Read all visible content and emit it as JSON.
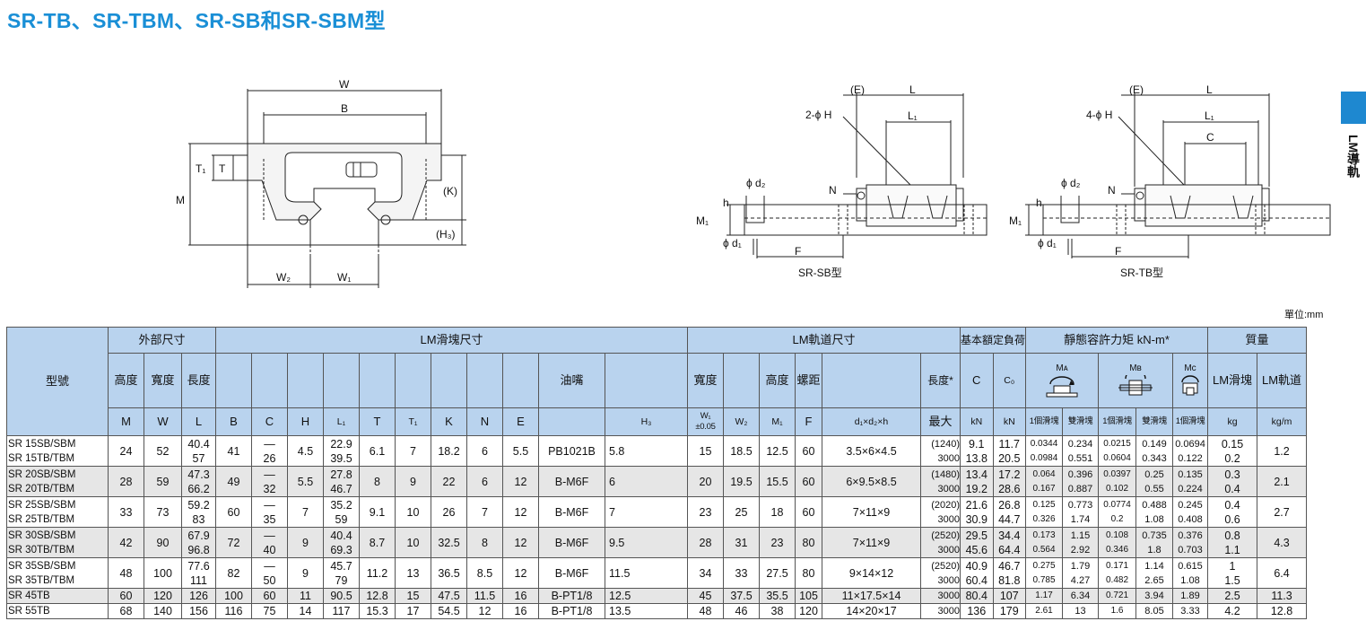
{
  "page": {
    "title": "SR-TB、SR-TBM、SR-SB和SR-SBM型",
    "side_label": "LM導軌",
    "unit_note": "單位:mm"
  },
  "colors": {
    "title": "#1a8fd6",
    "header_bg": "#b9d3ee",
    "alt_row": "#e6e6e6",
    "side_tab": "#1e88d0"
  },
  "diagrams": {
    "front": {
      "W": "W",
      "B": "B",
      "T1": "T₁",
      "T": "T",
      "M": "M",
      "K": "(K)",
      "H3": "(H₃)",
      "W2": "W₂",
      "W1": "W₁"
    },
    "sb": {
      "E": "(E)",
      "L": "L",
      "L1": "L₁",
      "H": "2-ϕ H",
      "d2": "ϕ d₂",
      "h": "h",
      "N": "N",
      "M1": "M₁",
      "d1": "ϕ d₁",
      "F": "F",
      "caption": "SR-SB型"
    },
    "tb": {
      "E": "(E)",
      "L": "L",
      "L1": "L₁",
      "C": "C",
      "H": "4-ϕ H",
      "d2": "ϕ d₂",
      "h": "h",
      "N": "N",
      "M1": "M₁",
      "d1": "ϕ d₁",
      "F": "F",
      "caption": "SR-TB型"
    }
  },
  "table": {
    "groups": {
      "model": "型號",
      "outer": "外部尺寸",
      "block": "LM滑塊尺寸",
      "rail": "LM軌道尺寸",
      "load": "基本額定負荷",
      "moment": "靜態容許力矩 kN-m*",
      "mass": "質量"
    },
    "h2": {
      "height": "高度",
      "width": "寬度",
      "length": "長度",
      "nipple": "油嘴",
      "rail_width": "寬度",
      "rail_height": "高度",
      "pitch": "螺距",
      "rail_length": "長度*",
      "C": "C",
      "C0": "C₀",
      "MA": "Mᴀ",
      "MB": "Mʙ",
      "MC": "Mᴄ",
      "block_mass": "LM滑塊",
      "rail_mass": "LM軌道"
    },
    "h3": {
      "M": "M",
      "W": "W",
      "L": "L",
      "B": "B",
      "C": "C",
      "H": "H",
      "L1": "L₁",
      "T": "T",
      "T1": "T₁",
      "K": "K",
      "N": "N",
      "E": "E",
      "H3": "H₃",
      "W1": "W₁",
      "W1tol": "±0.05",
      "W2": "W₂",
      "M1": "M₁",
      "F": "F",
      "bolt": "d₁×d₂×h",
      "max": "最大",
      "kN1": "kN",
      "kN2": "kN",
      "one1": "1個滑塊",
      "two1": "雙滑塊",
      "one2": "1個滑塊",
      "two2": "雙滑塊",
      "one3": "1個滑塊",
      "kg": "kg",
      "kgm": "kg/m"
    },
    "rows": [
      {
        "model": [
          "SR 15SB/SBM",
          "SR 15TB/TBM"
        ],
        "M": "24",
        "W": "52",
        "L": [
          "40.4",
          "57"
        ],
        "B": "41",
        "C": [
          "—",
          "26"
        ],
        "H": "4.5",
        "L1": [
          "22.9",
          "39.5"
        ],
        "T": "6.1",
        "T1": "7",
        "K": "18.2",
        "N": "6",
        "E": "5.5",
        "nipple": "PB1021B",
        "H3": "5.8",
        "W1": "15",
        "W2": "18.5",
        "M1": "12.5",
        "F": "60",
        "bolt": "3.5×6×4.5",
        "len": [
          "(1240)",
          "3000"
        ],
        "Cd": [
          "9.1",
          "13.8"
        ],
        "C0": [
          "11.7",
          "20.5"
        ],
        "MA1": [
          "0.0344",
          "0.0984"
        ],
        "MA2": [
          "0.234",
          "0.551"
        ],
        "MB1": [
          "0.0215",
          "0.0604"
        ],
        "MB2": [
          "0.149",
          "0.343"
        ],
        "MC": [
          "0.0694",
          "0.122"
        ],
        "mb": [
          "0.15",
          "0.2"
        ],
        "mr": "1.2"
      },
      {
        "model": [
          "SR 20SB/SBM",
          "SR 20TB/TBM"
        ],
        "M": "28",
        "W": "59",
        "L": [
          "47.3",
          "66.2"
        ],
        "B": "49",
        "C": [
          "—",
          "32"
        ],
        "H": "5.5",
        "L1": [
          "27.8",
          "46.7"
        ],
        "T": "8",
        "T1": "9",
        "K": "22",
        "N": "6",
        "E": "12",
        "nipple": "B-M6F",
        "H3": "6",
        "W1": "20",
        "W2": "19.5",
        "M1": "15.5",
        "F": "60",
        "bolt": "6×9.5×8.5",
        "len": [
          "(1480)",
          "3000"
        ],
        "Cd": [
          "13.4",
          "19.2"
        ],
        "C0": [
          "17.2",
          "28.6"
        ],
        "MA1": [
          "0.064",
          "0.167"
        ],
        "MA2": [
          "0.396",
          "0.887"
        ],
        "MB1": [
          "0.0397",
          "0.102"
        ],
        "MB2": [
          "0.25",
          "0.55"
        ],
        "MC": [
          "0.135",
          "0.224"
        ],
        "mb": [
          "0.3",
          "0.4"
        ],
        "mr": "2.1"
      },
      {
        "model": [
          "SR 25SB/SBM",
          "SR 25TB/TBM"
        ],
        "M": "33",
        "W": "73",
        "L": [
          "59.2",
          "83"
        ],
        "B": "60",
        "C": [
          "—",
          "35"
        ],
        "H": "7",
        "L1": [
          "35.2",
          "59"
        ],
        "T": "9.1",
        "T1": "10",
        "K": "26",
        "N": "7",
        "E": "12",
        "nipple": "B-M6F",
        "H3": "7",
        "W1": "23",
        "W2": "25",
        "M1": "18",
        "F": "60",
        "bolt": "7×11×9",
        "len": [
          "(2020)",
          "3000"
        ],
        "Cd": [
          "21.6",
          "30.9"
        ],
        "C0": [
          "26.8",
          "44.7"
        ],
        "MA1": [
          "0.125",
          "0.326"
        ],
        "MA2": [
          "0.773",
          "1.74"
        ],
        "MB1": [
          "0.0774",
          "0.2"
        ],
        "MB2": [
          "0.488",
          "1.08"
        ],
        "MC": [
          "0.245",
          "0.408"
        ],
        "mb": [
          "0.4",
          "0.6"
        ],
        "mr": "2.7"
      },
      {
        "model": [
          "SR 30SB/SBM",
          "SR 30TB/TBM"
        ],
        "M": "42",
        "W": "90",
        "L": [
          "67.9",
          "96.8"
        ],
        "B": "72",
        "C": [
          "—",
          "40"
        ],
        "H": "9",
        "L1": [
          "40.4",
          "69.3"
        ],
        "T": "8.7",
        "T1": "10",
        "K": "32.5",
        "N": "8",
        "E": "12",
        "nipple": "B-M6F",
        "H3": "9.5",
        "W1": "28",
        "W2": "31",
        "M1": "23",
        "F": "80",
        "bolt": "7×11×9",
        "len": [
          "(2520)",
          "3000"
        ],
        "Cd": [
          "29.5",
          "45.6"
        ],
        "C0": [
          "34.4",
          "64.4"
        ],
        "MA1": [
          "0.173",
          "0.564"
        ],
        "MA2": [
          "1.15",
          "2.92"
        ],
        "MB1": [
          "0.108",
          "0.346"
        ],
        "MB2": [
          "0.735",
          "1.8"
        ],
        "MC": [
          "0.376",
          "0.703"
        ],
        "mb": [
          "0.8",
          "1.1"
        ],
        "mr": "4.3"
      },
      {
        "model": [
          "SR 35SB/SBM",
          "SR 35TB/TBM"
        ],
        "M": "48",
        "W": "100",
        "L": [
          "77.6",
          "111"
        ],
        "B": "82",
        "C": [
          "—",
          "50"
        ],
        "H": "9",
        "L1": [
          "45.7",
          "79"
        ],
        "T": "11.2",
        "T1": "13",
        "K": "36.5",
        "N": "8.5",
        "E": "12",
        "nipple": "B-M6F",
        "H3": "11.5",
        "W1": "34",
        "W2": "33",
        "M1": "27.5",
        "F": "80",
        "bolt": "9×14×12",
        "len": [
          "(2520)",
          "3000"
        ],
        "Cd": [
          "40.9",
          "60.4"
        ],
        "C0": [
          "46.7",
          "81.8"
        ],
        "MA1": [
          "0.275",
          "0.785"
        ],
        "MA2": [
          "1.79",
          "4.27"
        ],
        "MB1": [
          "0.171",
          "0.482"
        ],
        "MB2": [
          "1.14",
          "2.65"
        ],
        "MC": [
          "0.615",
          "1.08"
        ],
        "mb": [
          "1",
          "1.5"
        ],
        "mr": "6.4"
      },
      {
        "model": "SR 45TB",
        "M": "60",
        "W": "120",
        "L": "126",
        "B": "100",
        "C": "60",
        "H": "11",
        "L1": "90.5",
        "T": "12.8",
        "T1": "15",
        "K": "47.5",
        "N": "11.5",
        "E": "16",
        "nipple": "B-PT1/8",
        "H3": "12.5",
        "W1": "45",
        "W2": "37.5",
        "M1": "35.5",
        "F": "105",
        "bolt": "11×17.5×14",
        "len": "3000",
        "Cd": "80.4",
        "C0": "107",
        "MA1": "1.17",
        "MA2": "6.34",
        "MB1": "0.721",
        "MB2": "3.94",
        "MC": "1.89",
        "mb": "2.5",
        "mr": "11.3"
      },
      {
        "model": "SR 55TB",
        "M": "68",
        "W": "140",
        "L": "156",
        "B": "116",
        "C": "75",
        "H": "14",
        "L1": "117",
        "T": "15.3",
        "T1": "17",
        "K": "54.5",
        "N": "12",
        "E": "16",
        "nipple": "B-PT1/8",
        "H3": "13.5",
        "W1": "48",
        "W2": "46",
        "M1": "38",
        "F": "120",
        "bolt": "14×20×17",
        "len": "3000",
        "Cd": "136",
        "C0": "179",
        "MA1": "2.61",
        "MA2": "13",
        "MB1": "1.6",
        "MB2": "8.05",
        "MC": "3.33",
        "mb": "4.2",
        "mr": "12.8"
      }
    ]
  }
}
